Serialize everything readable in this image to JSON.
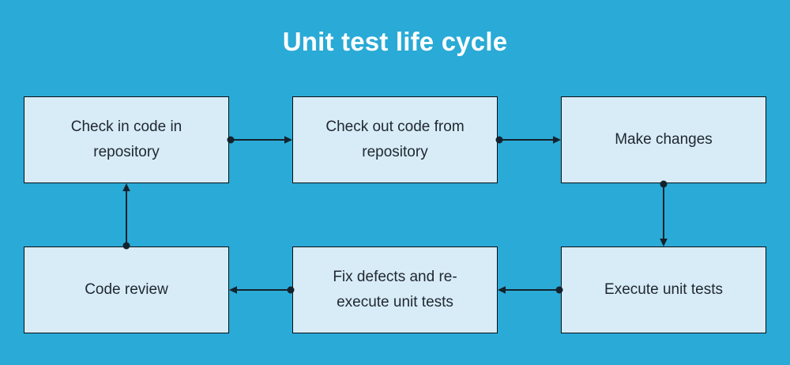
{
  "title": "Unit test life cycle",
  "colors": {
    "background": "#2AAAD6",
    "box_fill": "#D7ECF7",
    "box_border": "#0B0F14",
    "arrow": "#13222D",
    "title_text": "#FFFFFF",
    "box_text": "#212832"
  },
  "diagram": {
    "nodes": [
      {
        "id": "check-in",
        "label": "Check in code in repository"
      },
      {
        "id": "check-out",
        "label": "Check out code from repository"
      },
      {
        "id": "make-changes",
        "label": "Make changes"
      },
      {
        "id": "code-review",
        "label": "Code review"
      },
      {
        "id": "fix-defects",
        "label": "Fix defects and re-execute unit tests"
      },
      {
        "id": "execute-tests",
        "label": "Execute unit tests"
      }
    ],
    "edges": [
      {
        "from": "check-in",
        "to": "check-out"
      },
      {
        "from": "check-out",
        "to": "make-changes"
      },
      {
        "from": "make-changes",
        "to": "execute-tests"
      },
      {
        "from": "execute-tests",
        "to": "fix-defects"
      },
      {
        "from": "fix-defects",
        "to": "code-review"
      },
      {
        "from": "code-review",
        "to": "check-in"
      }
    ]
  }
}
